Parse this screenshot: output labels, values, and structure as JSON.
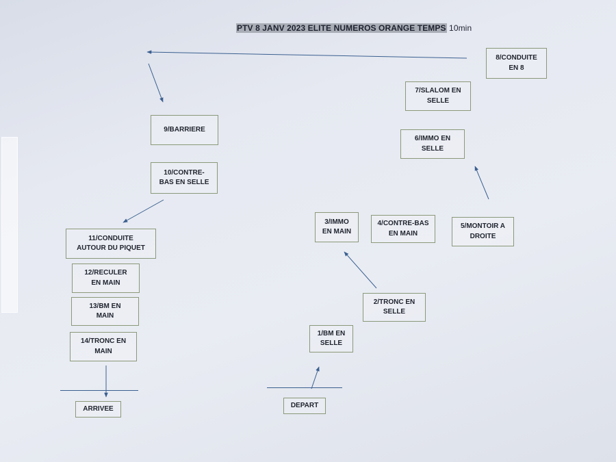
{
  "title": {
    "highlighted": "PTV 8 JANV 2023 ELITE NUMEROS ORANGE TEMPS",
    "suffix": " 10min"
  },
  "stations": {
    "s1": "1/BM EN\nSELLE",
    "s2": "2/TRONC EN\nSELLE",
    "s3": "3/IMMO\nEN MAIN",
    "s4": "4/CONTRE-BAS\nEN MAIN",
    "s5": "5/MONTOIR A\nDROITE",
    "s6": "6/IMMO EN\nSELLE",
    "s7": "7/SLALOM EN\nSELLE",
    "s8": "8/CONDUITE\nEN 8",
    "s9": "9/BARRIERE",
    "s10": "10/CONTRE-\nBAS EN SELLE",
    "s11": "11/CONDUITE\nAUTOUR DU PIQUET",
    "s12": "12/RECULER\nEN MAIN",
    "s13": "13/BM EN\nMAIN",
    "s14": "14/TRONC EN\nMAIN",
    "depart": "DEPART",
    "arrivee": "ARRIVEE"
  },
  "colors": {
    "arrow": "#3a5f90",
    "box_border": "#8a9878",
    "text": "#20242e"
  }
}
